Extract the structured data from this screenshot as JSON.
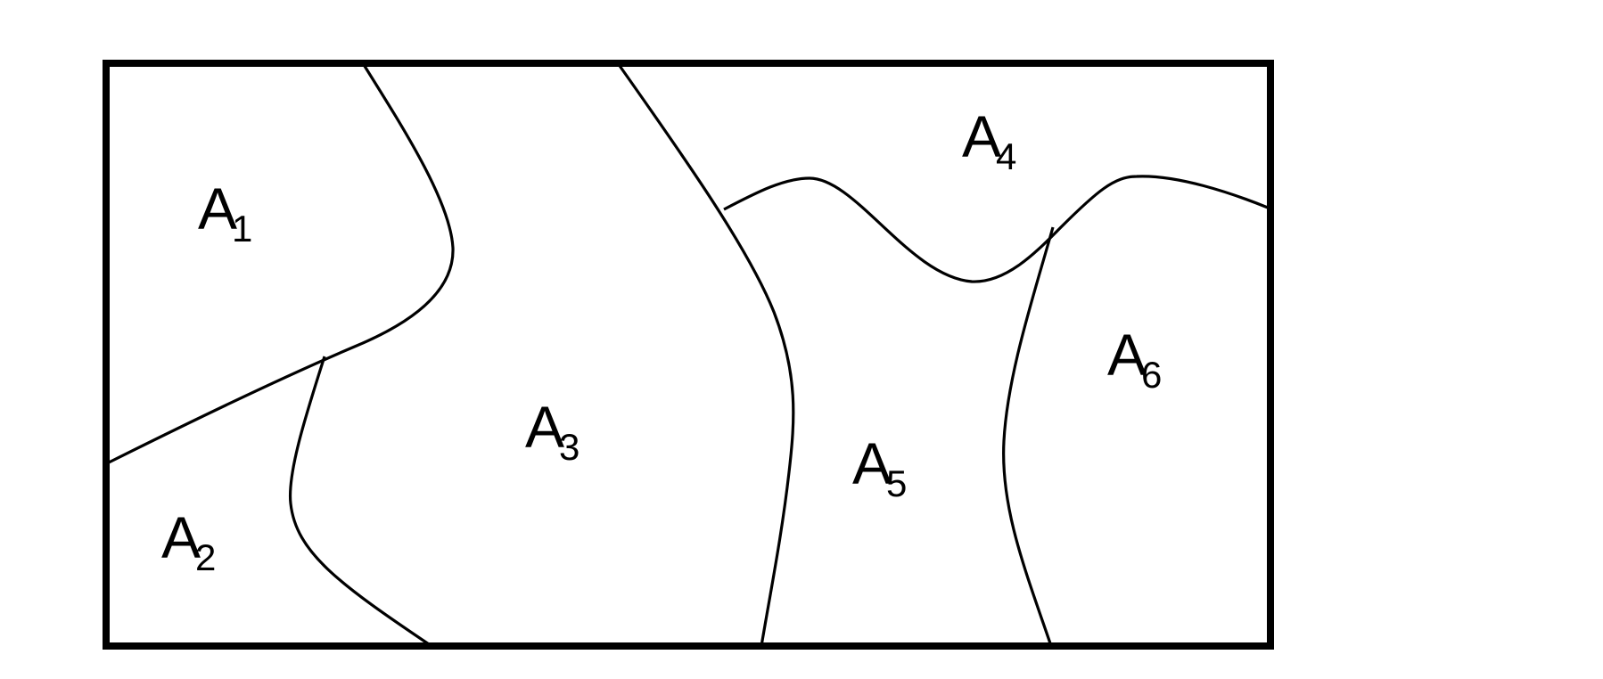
{
  "diagram": {
    "type": "region-partition",
    "stroke_color": "#000000",
    "background": "#ffffff",
    "regions": [
      {
        "id": "A1",
        "base": "A",
        "subscript": "1"
      },
      {
        "id": "A2",
        "base": "A",
        "subscript": "2"
      },
      {
        "id": "A3",
        "base": "A",
        "subscript": "3"
      },
      {
        "id": "A4",
        "base": "A",
        "subscript": "4"
      },
      {
        "id": "A5",
        "base": "A",
        "subscript": "5"
      },
      {
        "id": "A6",
        "base": "A",
        "subscript": "6"
      }
    ],
    "boundaries": [
      {
        "name": "boundary-a1-a3-a2",
        "separates": [
          "A1",
          "A3",
          "A2"
        ]
      },
      {
        "name": "boundary-a2-a3",
        "separates": [
          "A2",
          "A3"
        ]
      },
      {
        "name": "boundary-a3-a5",
        "separates": [
          "A3",
          "A5"
        ]
      },
      {
        "name": "boundary-a4-a5-a6",
        "separates": [
          "A4",
          "A5",
          "A6"
        ]
      },
      {
        "name": "boundary-a5-a6",
        "separates": [
          "A5",
          "A6"
        ]
      }
    ]
  }
}
